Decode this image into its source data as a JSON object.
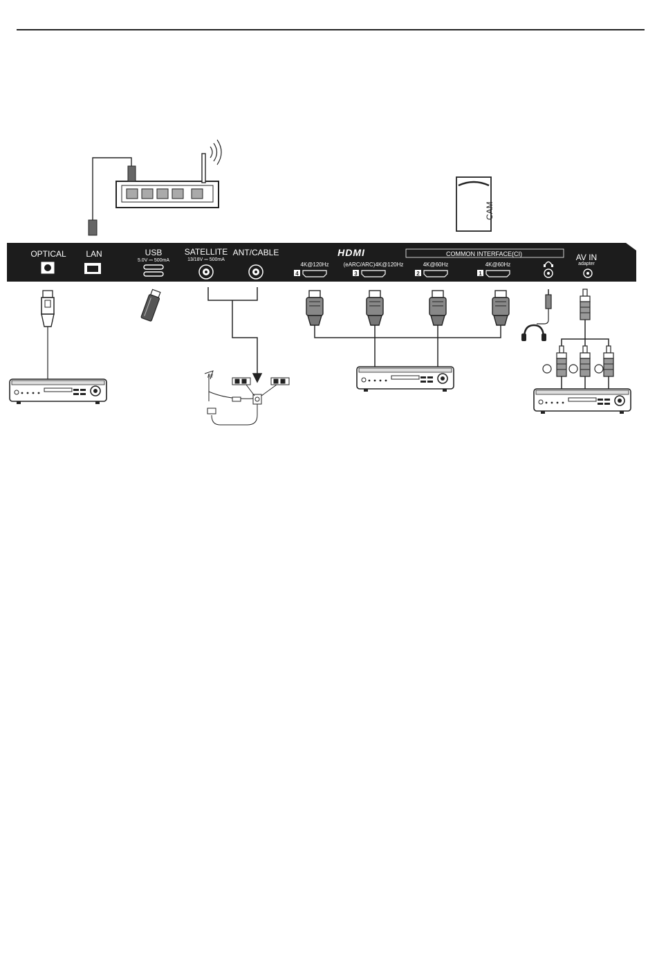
{
  "ports": {
    "optical": "OPTICAL",
    "lan": "LAN",
    "usb": "USB",
    "usb_rating": "5.0V ⎓ 500mA",
    "satellite": "SATELLITE",
    "satellite_rating": "13/18V ⎓ 500mA",
    "ant_cable": "ANT/CABLE",
    "hdmi_logo": "HDMI",
    "common_interface": "COMMON INTERFACE(CI)",
    "av_in": "AV IN",
    "av_in_sub": "adapter"
  },
  "hdmi_ports": [
    {
      "number": "4",
      "spec": "4K@120Hz"
    },
    {
      "number": "3",
      "spec": "(eARC/ARC)4K@120Hz"
    },
    {
      "number": "2",
      "spec": "4K@60Hz"
    },
    {
      "number": "1",
      "spec": "4K@60Hz"
    }
  ],
  "cam_label": "CAM",
  "headphone_symbol": "🎧"
}
